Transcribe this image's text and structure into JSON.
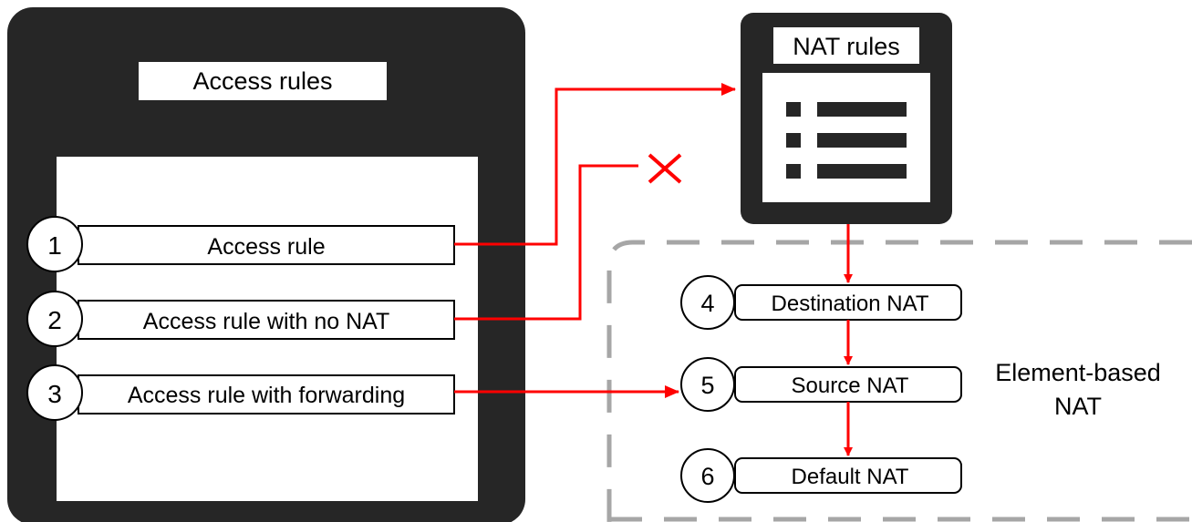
{
  "access_panel": {
    "title": "Access rules",
    "rules": [
      {
        "number": "1",
        "label": "Access rule"
      },
      {
        "number": "2",
        "label": "Access rule with no NAT"
      },
      {
        "number": "3",
        "label": "Access rule with forwarding"
      }
    ]
  },
  "nat_rules_box": {
    "title": "NAT rules",
    "icon": "list-icon"
  },
  "element_based": {
    "label_line1": "Element-based",
    "label_line2": "NAT",
    "steps": [
      {
        "number": "4",
        "label": "Destination NAT"
      },
      {
        "number": "5",
        "label": "Source NAT"
      },
      {
        "number": "6",
        "label": "Default NAT"
      }
    ]
  },
  "colors": {
    "panel": "#262626",
    "arrow": "#ff0000",
    "dashed_border": "#a6a6a6",
    "blocked_marker": "#ff0000"
  }
}
